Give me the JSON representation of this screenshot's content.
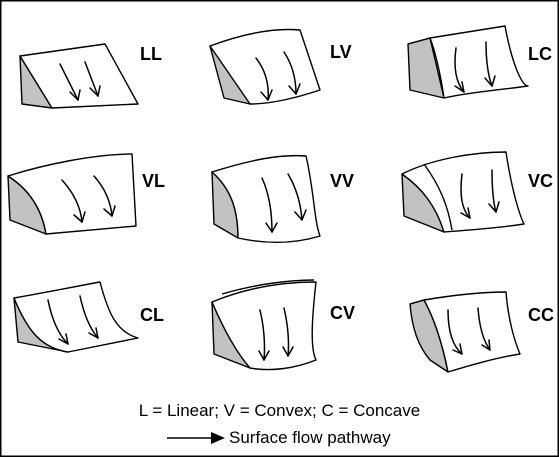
{
  "tiles": [
    {
      "code": "LL"
    },
    {
      "code": "LV"
    },
    {
      "code": "LC"
    },
    {
      "code": "VL"
    },
    {
      "code": "VV"
    },
    {
      "code": "VC"
    },
    {
      "code": "CL"
    },
    {
      "code": "CV"
    },
    {
      "code": "CC"
    }
  ],
  "legend": {
    "key": "L = Linear; V = Convex; C = Concave",
    "arrow_text": "Surface flow pathway"
  },
  "colors": {
    "face": "#ffffff",
    "side": "#c2c2c2",
    "stroke": "#000000",
    "frame": "#000000"
  }
}
